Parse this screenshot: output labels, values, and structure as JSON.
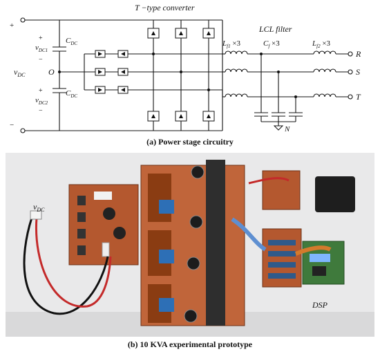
{
  "schematic": {
    "title": "T −type converter",
    "filter_title": "LCL filter",
    "vdc": "v",
    "vdc_sub": "DC",
    "vdc1": "v",
    "vdc1_sub": "DC1",
    "vdc2": "v",
    "vdc2_sub": "DC2",
    "cdc1": "C",
    "cdc1_sub": "DC",
    "cdc2": "C",
    "cdc2_sub": "DC",
    "mid_node": "O",
    "plus_top": "+",
    "minus_bottom": "−",
    "cap1_plus": "+",
    "cap1_minus": "−",
    "cap2_plus": "+",
    "cap2_minus": "−",
    "lf1": "L",
    "lf1_sub": "f1",
    "lf1_mult": " ×3",
    "cf": "C",
    "cf_sub": "f",
    "cf_mult": " ×3",
    "lf2": "L",
    "lf2_sub": "f2",
    "lf2_mult": " ×3",
    "phase_r": "R",
    "phase_s": "S",
    "phase_t": "T",
    "neutral": "N"
  },
  "captions": {
    "a": "(a) Power stage circuitry",
    "b": "(b) 10 KVA experimental prototype"
  },
  "photo": {
    "vdc_label": "v",
    "vdc_sub": "DC",
    "dsp_label": "DSP"
  }
}
